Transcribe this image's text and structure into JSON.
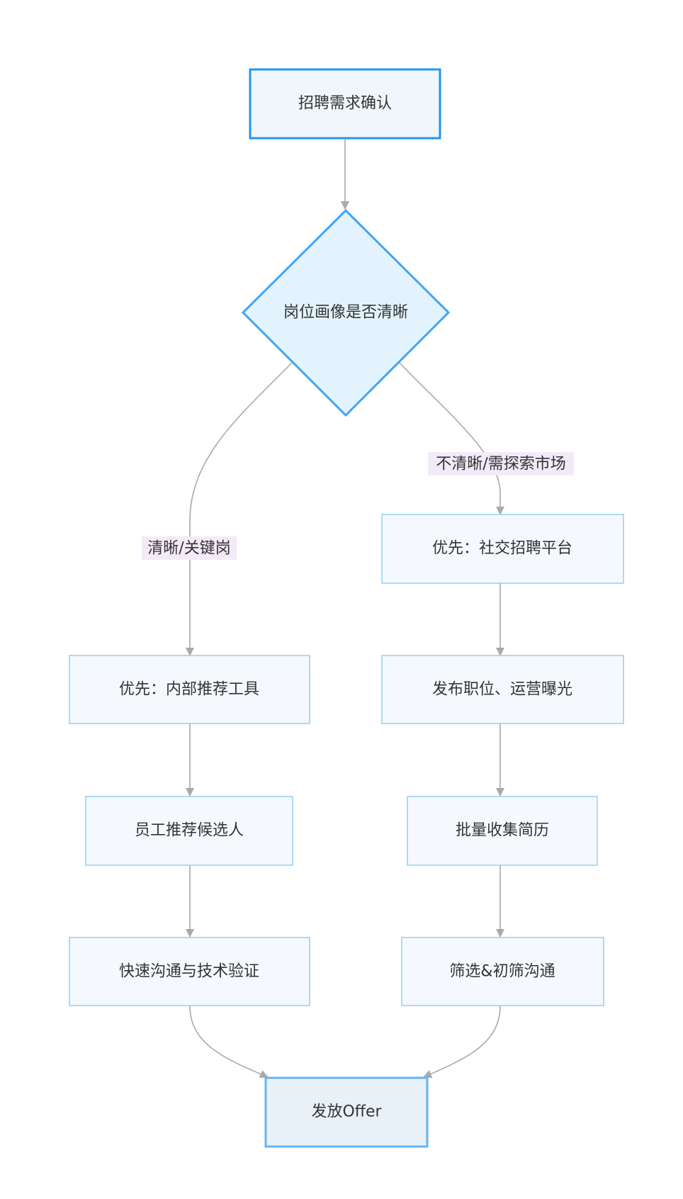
{
  "nodes": {
    "start": "招聘需求确认",
    "decision": "岗位画像是否清晰",
    "left1": "优先：内部推荐工具",
    "left2": "员工推荐候选人",
    "left3": "快速沟通与技术验证",
    "right1": "优先：社交招聘平台",
    "right2": "发布职位、运营曝光",
    "right3": "批量收集简历",
    "right4": "筛选&初筛沟通",
    "end": "发放Offer"
  },
  "edge_labels": {
    "clear": "清晰/关键岗",
    "unclear": "不清晰/需探索市场"
  },
  "colors": {
    "start_border": "#2196f3",
    "start_fill": "#f0f7fc",
    "decision_border": "#42a5f5",
    "decision_fill": "#e3f3fd",
    "process_border": "#90d0f4",
    "process_fill": "#f5f9fd",
    "end_border": "#64b5f6",
    "end_fill": "#e8f1f8",
    "edge": "#a9a9a9",
    "edge_label_bg": "#f3eaf9"
  }
}
